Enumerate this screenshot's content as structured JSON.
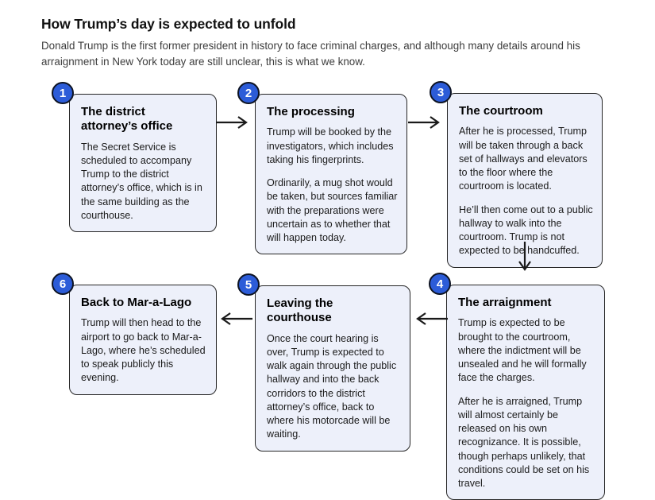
{
  "header": {
    "title": "How Trump’s day is expected to unfold",
    "subtitle": "Donald Trump is the first former president in history to face criminal charges, and although many details around his arraignment in New York today are still unclear, this is what we know."
  },
  "colors": {
    "badge_blue": "#2c5cd8",
    "badge_border": "#0d1322",
    "card_background": "#edf0fa",
    "card_border": "#262626",
    "text": "#1b1b1b"
  },
  "steps": [
    {
      "number": "1",
      "title": "The district attorney’s office",
      "paragraphs": [
        "The Secret Service is scheduled to accompany Trump to the district attorney’s office, which is in the same building as the courthouse."
      ]
    },
    {
      "number": "2",
      "title": "The processing",
      "paragraphs": [
        "Trump will be booked by the investigators, which includes taking his fingerprints.",
        "Ordinarily, a mug shot would be taken, but sources familiar with the preparations were uncertain as to whether that will happen today."
      ]
    },
    {
      "number": "3",
      "title": "The courtroom",
      "paragraphs": [
        "After he is processed, Trump will be taken through a back set of hallways and elevators to the floor where the courtroom is located.",
        "He’ll then come out to a public hallway to walk into the courtroom. Trump is not expected to be handcuffed."
      ]
    },
    {
      "number": "4",
      "title": "The arraignment",
      "paragraphs": [
        "Trump is expected to be brought to the courtroom, where the indictment will be unsealed and he will formally face the charges.",
        "After he is arraigned, Trump will almost certainly be released on his own recognizance. It is possible, though perhaps unlikely, that conditions could be set on his travel."
      ]
    },
    {
      "number": "5",
      "title": "Leaving the courthouse",
      "paragraphs": [
        "Once the court hearing is over, Trump is expected to walk again through the public hallway and into the back corridors to the district attorney’s office, back to where his motorcade will be waiting."
      ]
    },
    {
      "number": "6",
      "title": "Back to Mar-a-Lago",
      "paragraphs": [
        "Trump will then head to the airport to go back to Mar-a-Lago, where he’s scheduled to speak publicly this evening."
      ]
    }
  ]
}
